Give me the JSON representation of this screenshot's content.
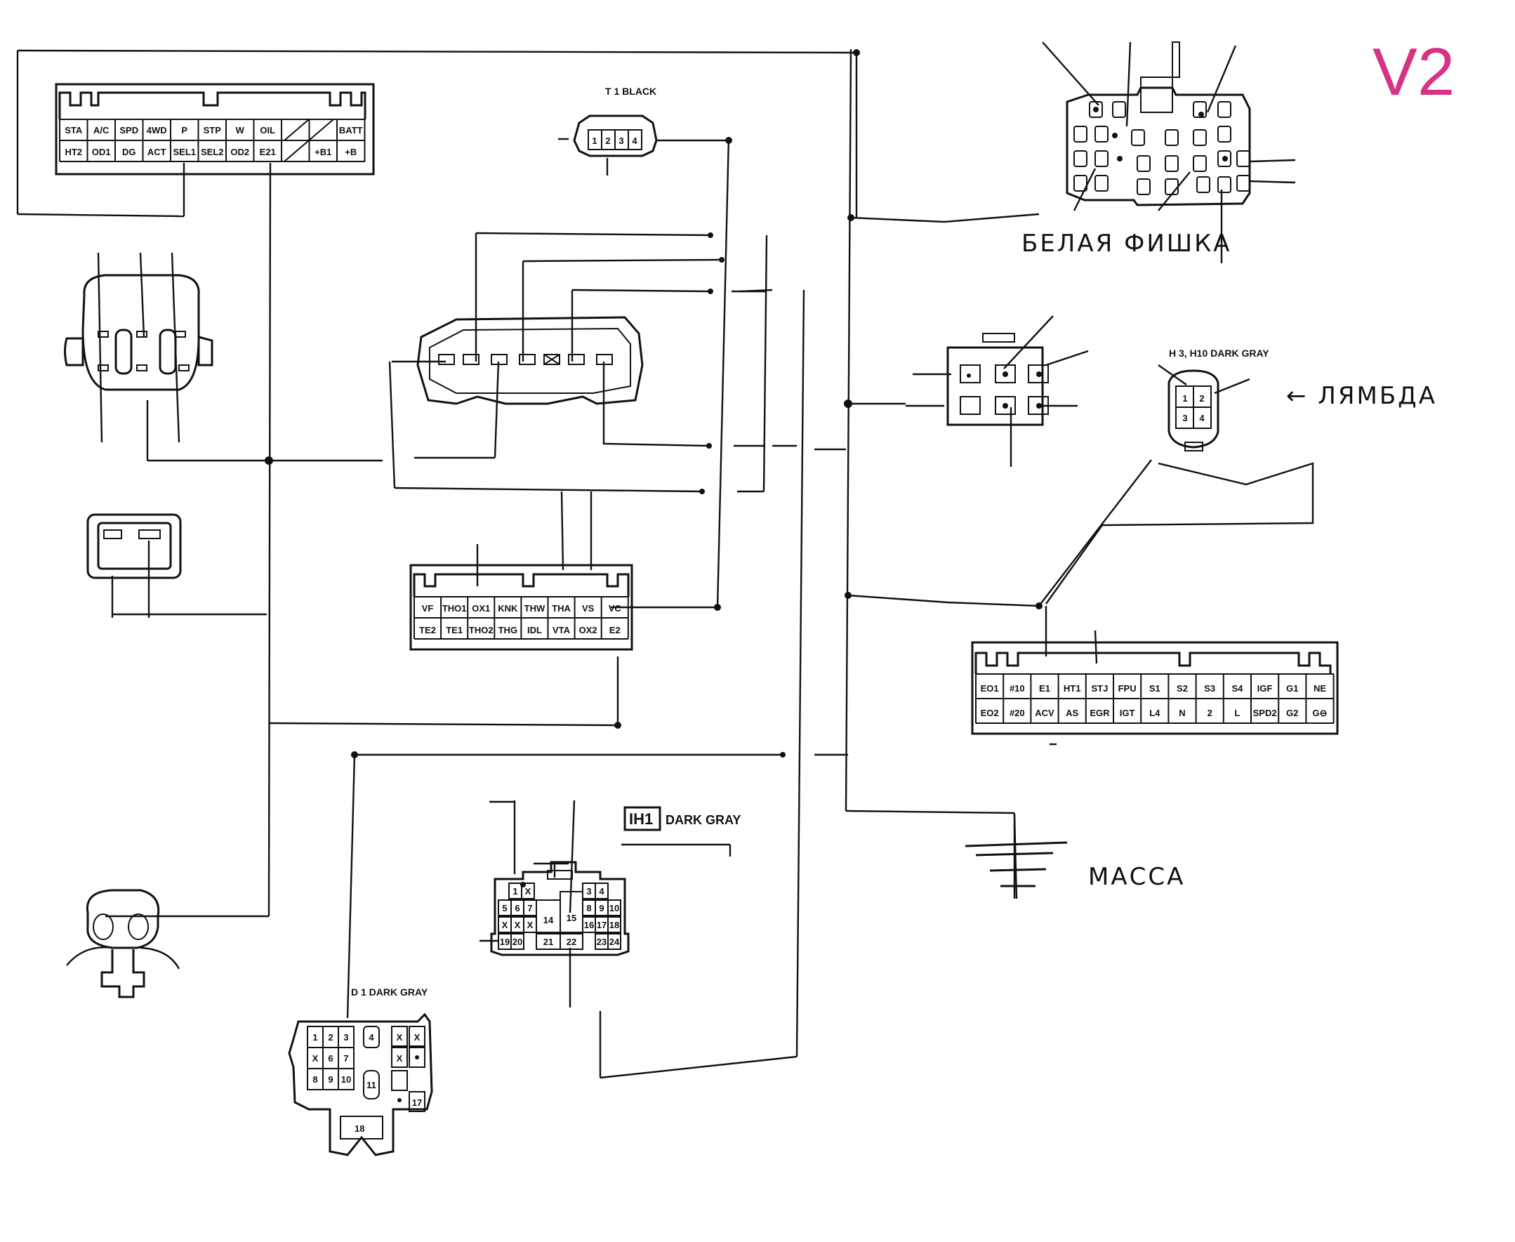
{
  "version_label": "V2",
  "connectors": {
    "ecu_top_left": {
      "row1": [
        "STA",
        "A/C",
        "SPD",
        "4WD",
        "P",
        "STP",
        "W",
        "OIL",
        "",
        "",
        "BATT"
      ],
      "row2": [
        "HT2",
        "OD1",
        "DG",
        "ACT",
        "SEL1",
        "SEL2",
        "OD2",
        "E21",
        "",
        "+B1",
        "+B"
      ]
    },
    "ecu_middle": {
      "row1": [
        "VF",
        "THO1",
        "OX1",
        "KNK",
        "THW",
        "THA",
        "VS",
        "VC"
      ],
      "row2": [
        "TE2",
        "TE1",
        "THO2",
        "THG",
        "IDL",
        "VTA",
        "OX2",
        "E2"
      ]
    },
    "ecu_right": {
      "row1": [
        "EO1",
        "#10",
        "E1",
        "HT1",
        "STJ",
        "FPU",
        "S1",
        "S2",
        "S3",
        "S4",
        "IGF",
        "G1",
        "NE"
      ],
      "row2": [
        "EO2",
        "#20",
        "ACV",
        "AS",
        "EGR",
        "IGT",
        "L4",
        "N",
        "2",
        "L",
        "SPD2",
        "G2",
        "G⊖"
      ]
    },
    "t1": {
      "label": "T 1  BLACK",
      "pins": [
        "1",
        "2",
        "3",
        "4"
      ]
    },
    "h3_h10": {
      "label": "H 3, H10 DARK GRAY",
      "pins": [
        "1",
        "2",
        "3",
        "4"
      ]
    },
    "ih1": {
      "label_box": "IH1",
      "label": "DARK GRAY",
      "row1": [
        "1",
        "X",
        "3",
        "4"
      ],
      "row2": [
        "5",
        "6",
        "7",
        "8",
        "9",
        "10"
      ],
      "center": [
        "14",
        "15"
      ],
      "row3": [
        "X",
        "X",
        "X",
        "16",
        "17",
        "18"
      ],
      "row4": [
        "19",
        "20",
        "21",
        "22",
        "23",
        "24"
      ]
    },
    "d1": {
      "label": "D 1  DARK GRAY",
      "grid": [
        [
          "1",
          "2",
          "3"
        ],
        [
          "X",
          "6",
          "7"
        ],
        [
          "8",
          "9",
          "10"
        ]
      ],
      "extra": [
        "4",
        "11",
        "X",
        "X",
        "X",
        "17",
        "18"
      ]
    }
  },
  "annotations": {
    "white_connector": "БЕЛАЯ ФИШКА",
    "lambda": "← ЛЯМБДА",
    "ground": "МАССА"
  }
}
